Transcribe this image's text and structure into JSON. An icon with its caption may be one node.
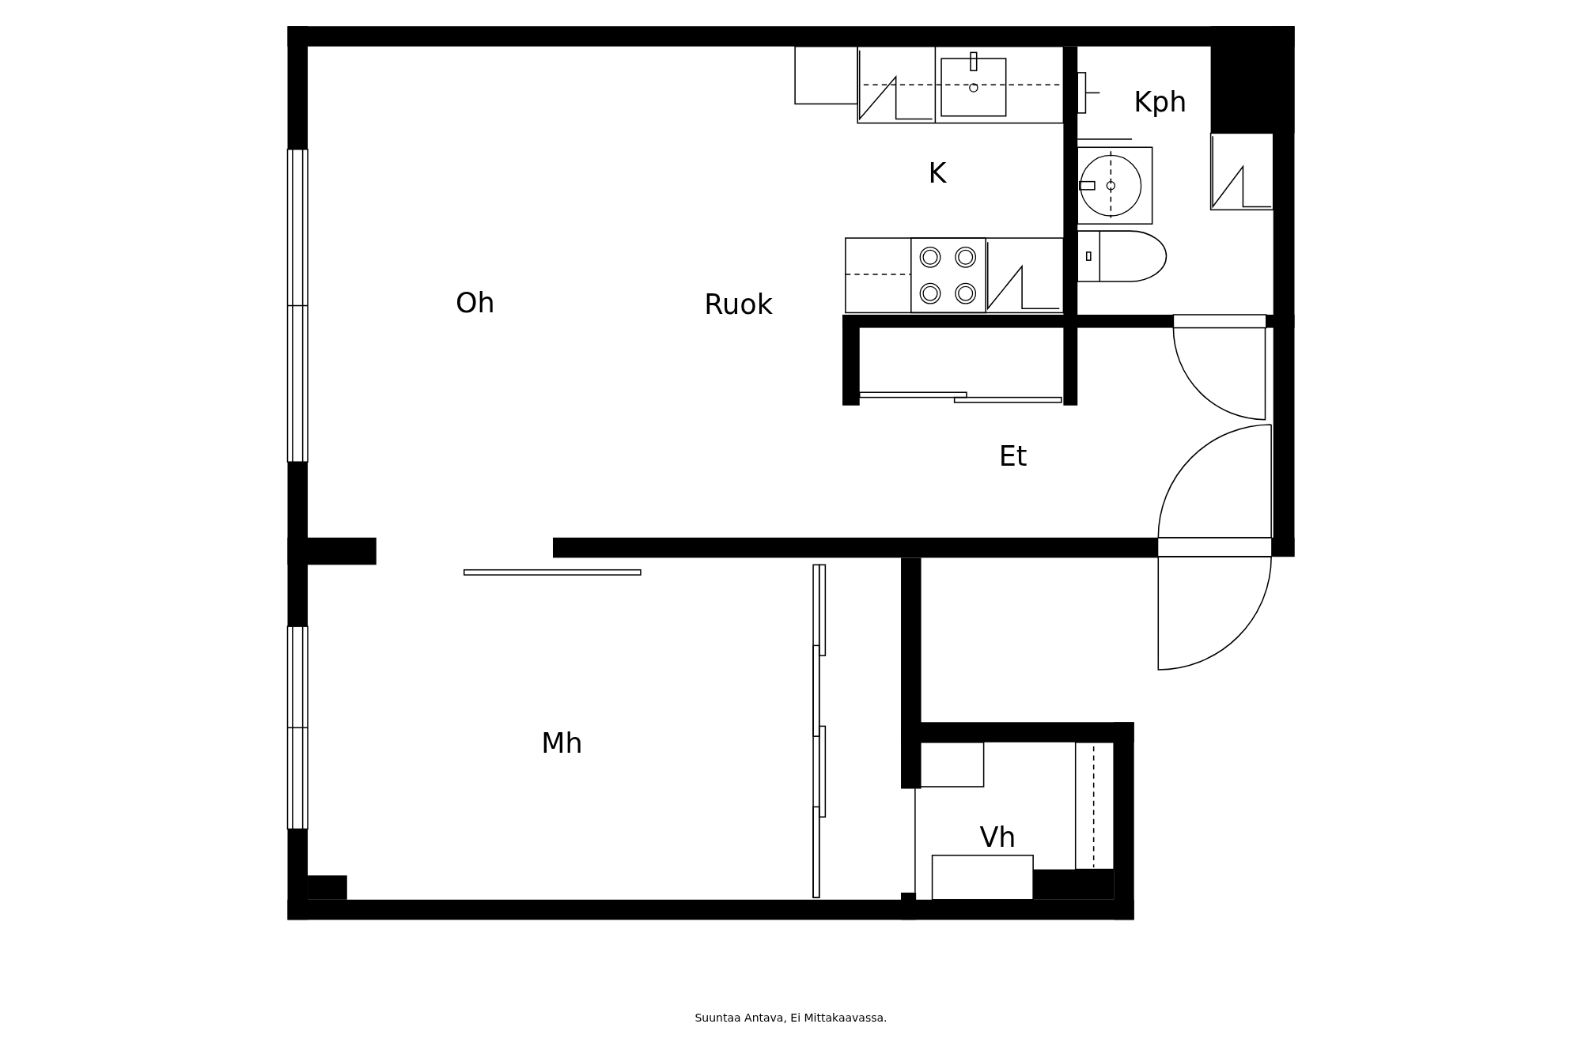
{
  "diagram": {
    "caption": "Suuntaa Antava, Ei Mittakaavassa.",
    "labels": [
      "Kph",
      "K",
      "Oh",
      "Ruok",
      "Et",
      "Mh",
      "Vh"
    ]
  }
}
